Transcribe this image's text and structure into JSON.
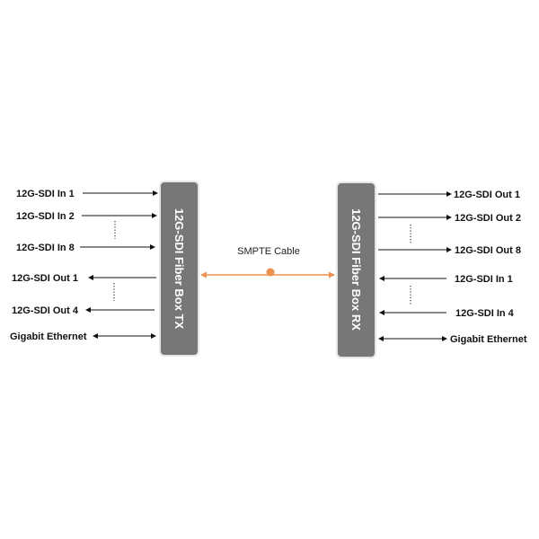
{
  "tx": {
    "title": "12G-SDI Fiber Box TX",
    "ports": [
      "12G-SDI In 1",
      "12G-SDI In 2",
      "12G-SDI In 8",
      "12G-SDI Out 1",
      "12G-SDI Out 4",
      "Gigabit Ethernet"
    ]
  },
  "rx": {
    "title": "12G-SDI Fiber Box RX",
    "ports": [
      "12G-SDI Out 1",
      "12G-SDI Out 2",
      "12G-SDI Out 8",
      "12G-SDI In 1",
      "12G-SDI In 4",
      "Gigabit Ethernet"
    ]
  },
  "link": {
    "label": "SMPTE Cable",
    "color": "#f0904a"
  }
}
